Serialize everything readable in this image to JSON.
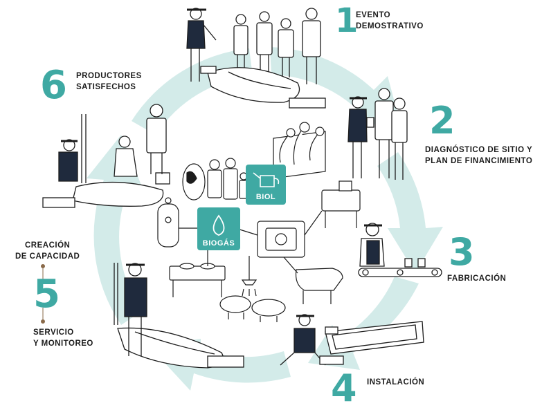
{
  "steps": [
    {
      "number": "1",
      "label": "EVENTO\nDEMOSTRATIVO"
    },
    {
      "number": "2",
      "label": "DIAGNÓSTICO DE SITIO Y\nPLAN DE FINANCIMIENTO"
    },
    {
      "number": "3",
      "label": "FABRICACIÓN"
    },
    {
      "number": "4",
      "label": "INSTALACIÓN"
    },
    {
      "number": "5",
      "label_top": "CREACIÓN\nDE CAPACIDAD",
      "label_bottom": "SERVICIO\nY MONITOREO"
    },
    {
      "number": "6",
      "label": "PRODUCTORES\nSATISFECHOS"
    }
  ],
  "center": {
    "biol_label": "BIOL",
    "biogas_label": "BIOGÁS"
  },
  "colors": {
    "accent": "#3fa9a3",
    "cycle_ring": "#d3ebe9",
    "ink": "#1c1c1c",
    "worker_navy": "#1f2a3d"
  }
}
